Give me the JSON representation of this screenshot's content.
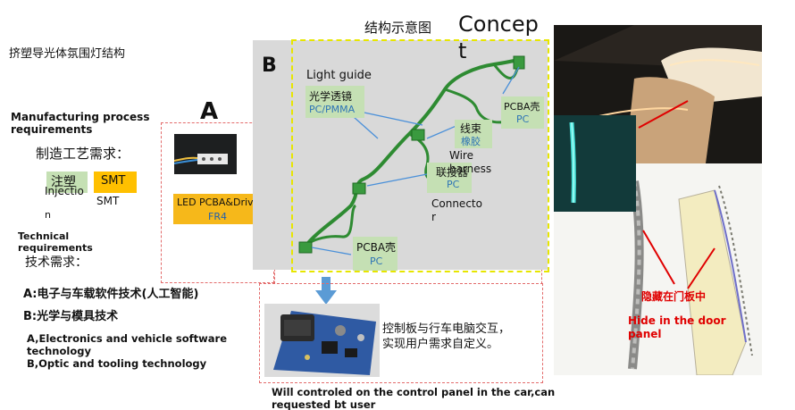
{
  "left_panel": {
    "title_cn": "挤塑导光体氛围灯结构",
    "manufacturing_title": "Manufacturing process requirements",
    "manufacturing_cn": "制造工艺需求：",
    "badge_injection_cn": "注塑",
    "badge_injection_en_1": "Injectio",
    "badge_injection_en_2": "n",
    "badge_smt": "SMT",
    "badge_smt_en": "SMT",
    "technical_title": "Technical requirements",
    "technical_cn": "技术需求：",
    "tech_a_cn": "A:电子与车载软件技术(人工智能)",
    "tech_b_cn": "B:光学与模具技术",
    "tech_en": "A,Electronics and vehicle software technology\nB,Optic and tooling technology"
  },
  "section_A": {
    "label": "A",
    "led_label": "LED PCBA&Driver",
    "led_material": "FR4"
  },
  "section_B": {
    "label": "B",
    "struct_cn": "结构示意图",
    "concept_1": "Concep",
    "concept_2": "t",
    "light_guide_label": "Light guide",
    "light_guide_cn": "光学透镜",
    "light_guide_material": "PC/PMMA",
    "wire_cn": "线束",
    "wire_material": "橡胶",
    "wire_en_1": "Wire",
    "wire_en_2": "harness",
    "pcba_top_cn": "PCBA壳",
    "pcba_top_material": "PC",
    "connector_cn": "联接器",
    "connector_material": "PC",
    "connector_en_1": "Connecto",
    "connector_en_2": "r",
    "pcba_bottom_cn": "PCBA壳",
    "pcba_bottom_material": "PC"
  },
  "control": {
    "cn_1": "控制板与行车电脑交互，",
    "cn_2": "实现用户需求自定义。",
    "en": "Will controled on the control panel in the car,can requested bt user"
  },
  "right_photos": {
    "hide_cn": "隐藏在门板中",
    "hide_en": "Hide in the door panel"
  },
  "colors": {
    "harness_green": "#2e8b32",
    "tag_green": "#c5e0b4",
    "smt_orange": "#ffc000",
    "led_orange": "#f6b81a",
    "material_blue": "#2e74b5",
    "red_dash": "#e36b6b",
    "yellow_dash": "#e7e600",
    "annotation_red": "#e00000"
  }
}
